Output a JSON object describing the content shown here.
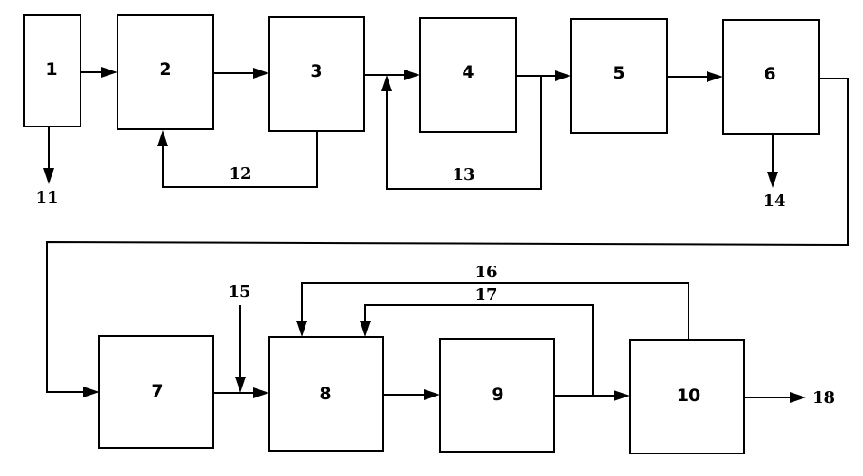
{
  "blocks": {
    "b1": "1",
    "b2": "2",
    "b3": "3",
    "b4": "4",
    "b5": "5",
    "b6": "6",
    "b7": "7",
    "b8": "8",
    "b9": "9",
    "b10": "10"
  },
  "streams": {
    "s11": "11",
    "s12": "12",
    "s13": "13",
    "s14": "14",
    "s15": "15",
    "s16": "16",
    "s17": "17",
    "s18": "18"
  },
  "colors": {
    "line": "#000000",
    "background": "#ffffff"
  }
}
